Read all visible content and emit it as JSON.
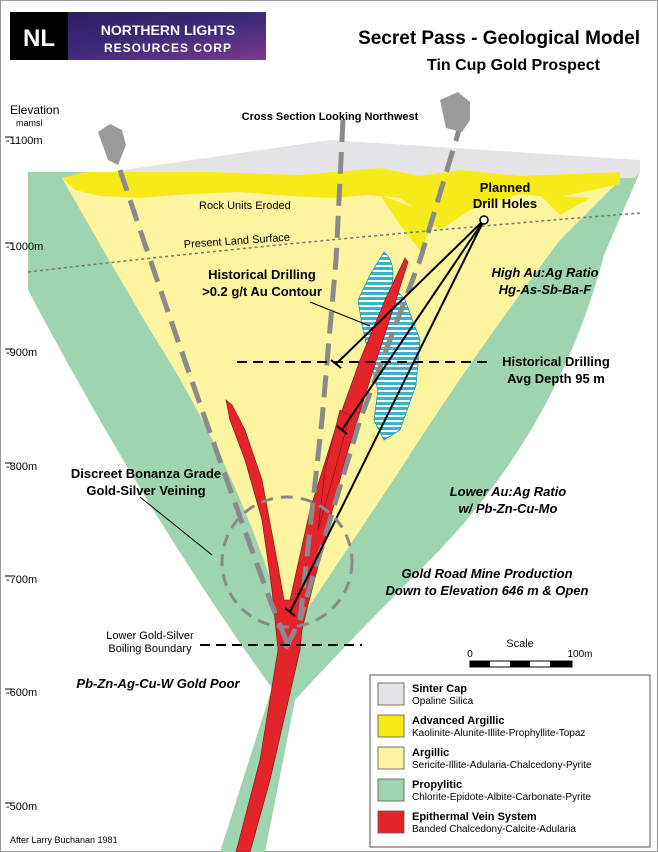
{
  "logo": {
    "mark": "NL",
    "line1": "NORTHERN LIGHTS",
    "line2": "RESOURCES CORP"
  },
  "title": {
    "main": "Secret Pass - Geological Model",
    "sub": "Tin Cup Gold Prospect"
  },
  "section_label": "Cross Section Looking Northwest",
  "elevation_axis": {
    "label": "Elevation",
    "unit": "mamsl",
    "ticks": [
      "-1100m",
      "-1000m",
      "-900m",
      "-800m",
      "-700m",
      "-600m",
      "-500m"
    ]
  },
  "annotations": {
    "rock_eroded": "Rock Units Eroded",
    "land_surface": "Present Land Surface",
    "planned_1": "Planned",
    "planned_2": "Drill Holes",
    "hist_contour_1": "Historical Drilling",
    "hist_contour_2": ">0.2 g/t Au Contour",
    "high_ratio_1": "High  Au:Ag Ratio",
    "high_ratio_2": "Hg-As-Sb-Ba-F",
    "hist_depth_1": "Historical Drilling",
    "hist_depth_2": "Avg Depth 95 m",
    "bonanza_1": "Discreet Bonanza Grade",
    "bonanza_2": "Gold-Silver Veining",
    "lower_ratio_1": "Lower Au:Ag Ratio",
    "lower_ratio_2": "w/ Pb-Zn-Cu-Mo",
    "gold_road_1": "Gold Road Mine Production",
    "gold_road_2": "Down to Elevation 646 m & Open",
    "boiling_1": "Lower Gold-Silver",
    "boiling_2": "Boiling Boundary",
    "gold_poor": "Pb-Zn-Ag-Cu-W Gold Poor",
    "credit": "After Larry Buchanan 1981"
  },
  "scale": {
    "label": "Scale",
    "left": "0",
    "right": "100m"
  },
  "legend": [
    {
      "title": "Sinter Cap",
      "desc": "Opaline Silica",
      "color": "#e4e4e6"
    },
    {
      "title": "Advanced Argillic",
      "desc": "Kaolinite-Alunite-Illite-Prophyllite-Topaz",
      "color": "#f6ea1a"
    },
    {
      "title": "Argillic",
      "desc": "Sericite-Illite-Adularia-Chalcedony-Pyrite",
      "color": "#fcf49e"
    },
    {
      "title": "Propylitic",
      "desc": "Chlorite-Epidote-Albite-Carbonate-Pyrite",
      "color": "#9fd4b0"
    },
    {
      "title": "Epithermal Vein System",
      "desc": "Banded Chalcedony-Calcite-Adularia",
      "color": "#e4242b"
    }
  ]
}
